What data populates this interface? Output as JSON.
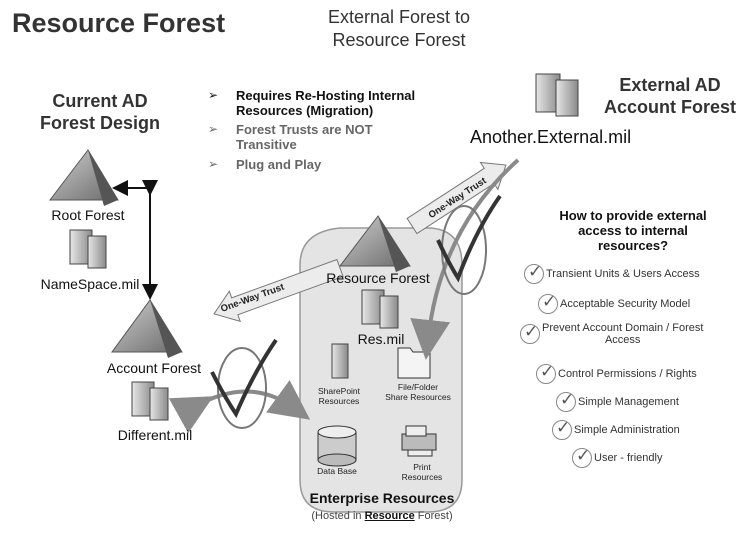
{
  "title": "Resource Forest",
  "subtitle_line1": "External Forest to",
  "subtitle_line2": "Resource Forest",
  "current_ad_line1": "Current AD",
  "current_ad_line2": "Forest Design",
  "external_ad_line1": "External AD",
  "external_ad_line2": "Account Forest",
  "bullets": {
    "marker": "➢",
    "b1_line1": "Requires Re-Hosting Internal",
    "b1_line2": "Resources (Migration)",
    "b2_line1": "Forest Trusts are NOT",
    "b2_line2": "Transitive",
    "b3": "Plug and Play"
  },
  "nodes": {
    "another_external": "Another.External.mil",
    "root_forest": "Root Forest",
    "namespace": "NameSpace.mil",
    "account_forest": "Account Forest",
    "different": "Different.mil",
    "resource_forest": "Resource Forest",
    "res": "Res.mil"
  },
  "trusts": {
    "upper": "One-Way Trust",
    "left": "One-Way Trust"
  },
  "resources": {
    "sharepoint_line1": "SharePoint",
    "sharepoint_line2": "Resources",
    "file_line1": "File/Folder",
    "file_line2": "Share Resources",
    "database": "Data Base",
    "print_line1": "Print",
    "print_line2": "Resources"
  },
  "enterprise_title": "Enterprise Resources",
  "hosted_pre": "(Hosted in ",
  "hosted_bold": "Resource",
  "hosted_post": " Forest)",
  "howto_line1": "How to provide external",
  "howto_line2": "access to internal",
  "howto_line3": "resources?",
  "checklist": {
    "c1": "Transient Units & Users Access",
    "c2": "Acceptable Security Model",
    "c3_line1": "Prevent Account Domain / Forest",
    "c3_line2": "Access",
    "c4": "Control Permissions / Rights",
    "c5": "Simple Management",
    "c6": "Simple Administration",
    "c7": "User - friendly"
  }
}
